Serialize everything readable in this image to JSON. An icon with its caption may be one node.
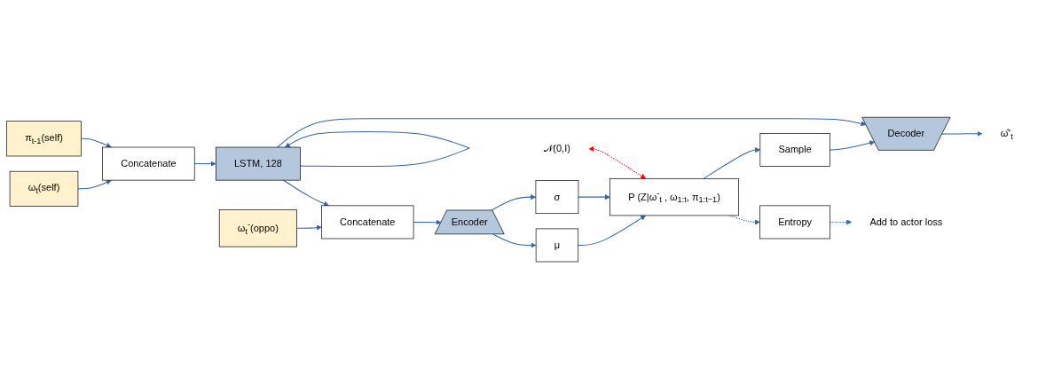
{
  "diagram": {
    "nodes": [
      {
        "text": [
          "ω$_{t}$(self)"
        ]
      },
      {
        "text": [
          "ω$_{t}$$^{-}$(oppo)"
        ]
      },
      {
        "text": [
          "π$_{t-1}$(self)"
        ]
      },
      {
        "text": [
          "Concatenate"
        ]
      },
      {
        "text": [
          "LSTM, 128"
        ]
      },
      {
        "text": [
          "Concatenate"
        ]
      },
      {
        "text": [
          "Encoder"
        ]
      },
      {
        "text": [
          "μ"
        ]
      },
      {
        "text": [
          "σ"
        ]
      },
      {
        "text": [
          "P (Z|ω$^{-}$$_{t}$ , ω$_{1:t}$, π$_{1:t−1}$)"
        ]
      },
      {
        "text": [
          "𝒩(0,I)"
        ]
      },
      {
        "text": [
          "Sample"
        ]
      },
      {
        "text": [
          "Decoder"
        ]
      },
      {
        "text": [
          "ω̂$^{-}$$_{t}$"
        ]
      },
      {
        "text": [
          "Entropy"
        ]
      },
      {
        "text": [
          "Add to actor loss"
        ]
      }
    ],
    "edges": [
      {
        "from": 0,
        "to": 3,
        "arrow": "to"
      },
      {
        "from": 1,
        "to": 5,
        "arrow": "to"
      },
      {
        "from": 2,
        "to": 3,
        "arrow": "to"
      },
      {
        "from": 3,
        "to": 4,
        "arrow": "to"
      },
      {
        "from": 4,
        "to": 4,
        "arrow": "to"
      },
      {
        "from": 4,
        "to": 5,
        "arrow": "to"
      },
      {
        "from": 5,
        "to": 6,
        "arrow": "to"
      },
      {
        "from": 6,
        "to": 7,
        "arrow": "to"
      },
      {
        "from": 6,
        "to": 8,
        "arrow": "to"
      },
      {
        "from": 7,
        "to": 9,
        "arrow": "to"
      },
      {
        "from": 8,
        "to": 9,
        "arrow": "to"
      },
      {
        "from": 10,
        "to": 9,
        "arrow": "both",
        "style": "dashed",
        "color": "#ff0000"
      },
      {
        "from": 9,
        "to": 11,
        "arrow": "to"
      },
      {
        "from": 11,
        "to": 12,
        "arrow": "to"
      },
      {
        "from": 4,
        "to": 12,
        "arrow": "to"
      },
      {
        "from": 12,
        "to": 13,
        "arrow": "to"
      },
      {
        "from": 9,
        "to": 14,
        "arrow": "to",
        "style": "dashed"
      },
      {
        "from": 14,
        "to": 15,
        "arrow": "to",
        "style": "dashed"
      }
    ]
  }
}
